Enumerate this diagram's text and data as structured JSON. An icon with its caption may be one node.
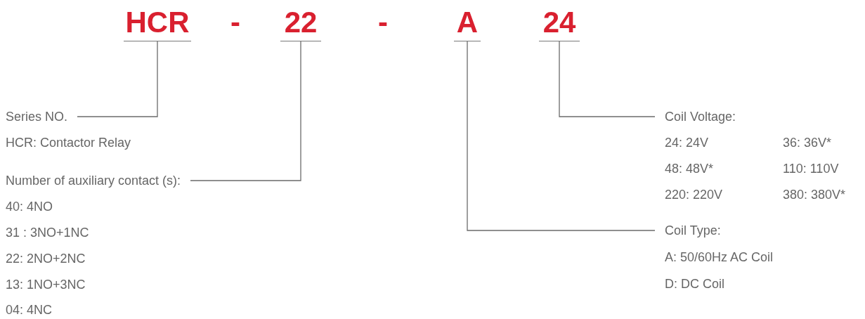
{
  "diagram": {
    "nodes": [
      {
        "text": [
          "HCR"
        ]
      },
      {
        "text": [
          "22"
        ]
      },
      {
        "text": [
          "A"
        ]
      },
      {
        "text": [
          "24"
        ]
      },
      {
        "text": [
          "Series NO."
        ]
      },
      {
        "text": [
          "Number of auxiliary contact (s):"
        ]
      },
      {
        "text": [
          "Coil Voltage:"
        ]
      },
      {
        "text": [
          "Coil Type:"
        ]
      }
    ],
    "edges": [
      {
        "from": 4,
        "to": 0,
        "arrow": "none"
      },
      {
        "from": 5,
        "to": 1,
        "arrow": "none"
      },
      {
        "from": 6,
        "to": 3,
        "arrow": "none"
      },
      {
        "from": 7,
        "to": 2,
        "arrow": "none"
      }
    ],
    "labels": [
      "-",
      "-",
      "HCR: Contactor Relay",
      "40: 4NO",
      "31 : 3NO+1NC",
      "22: 2NO+2NC",
      "13: 1NO+3NC",
      "04: 4NC",
      "24: 24V",
      "36: 36V*",
      "48: 48V*",
      "110: 110V",
      "220: 220V",
      "380: 380V*",
      "A: 50/60Hz AC Coil",
      "D: DC Coil"
    ]
  }
}
